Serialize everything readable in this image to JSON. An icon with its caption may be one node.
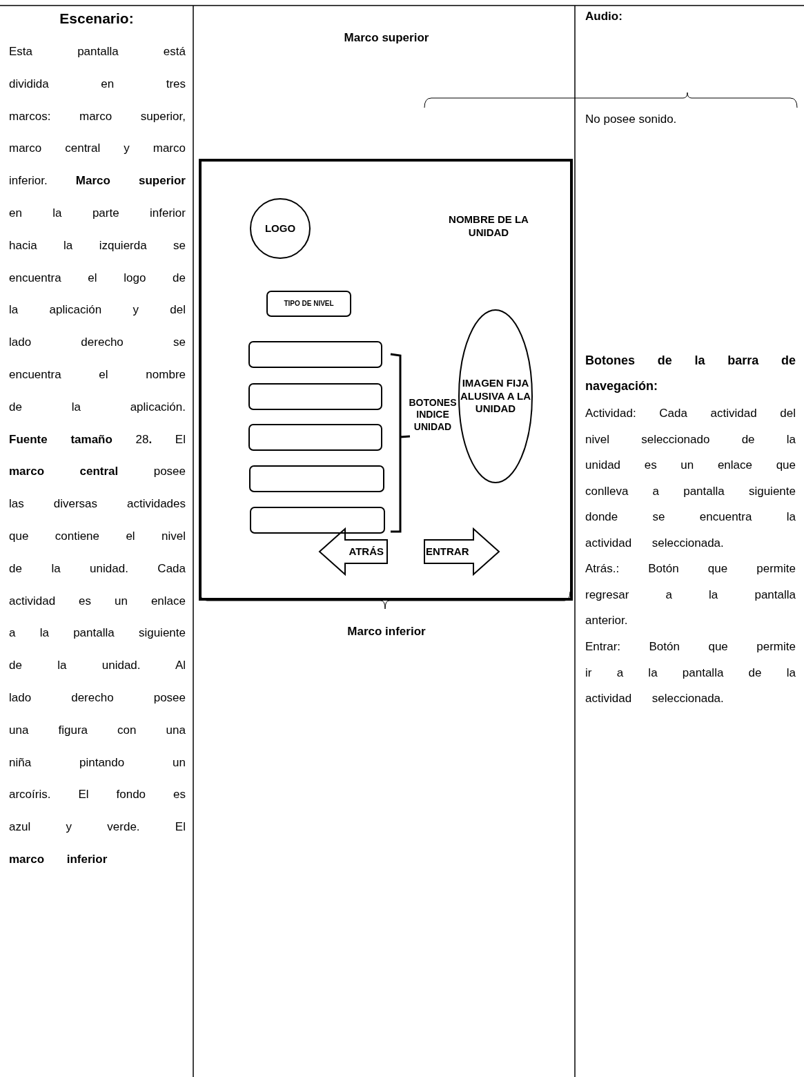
{
  "diagram": {
    "nodes": [
      {
        "text": [],
        "shape": "box"
      },
      {
        "text": [
          "LOGO"
        ],
        "in": 0
      },
      {
        "text": [
          "NOMBRE DE LA UNIDAD"
        ],
        "in": 0
      },
      {
        "text": [
          "TIPO DE NIVEL"
        ],
        "in": 0
      },
      {
        "text": [],
        "shape": "box",
        "in": 0
      },
      {
        "text": [],
        "shape": "box",
        "in": 0
      },
      {
        "text": [],
        "shape": "box",
        "in": 0
      },
      {
        "text": [],
        "shape": "box",
        "in": 0
      },
      {
        "text": [],
        "shape": "box",
        "in": 0
      },
      {
        "text": [
          "BOTONES INDICE UNIDAD"
        ],
        "in": 0
      },
      {
        "text": [
          "IMAGEN FIJA ALUSIVA A LA UNIDAD"
        ],
        "in": 0
      },
      {
        "text": [
          "ATRÁS"
        ],
        "in": 0
      },
      {
        "text": [
          "ENTRAR"
        ],
        "in": 0
      }
    ],
    "edges": [],
    "labels": [
      "Escenario:",
      "Esta pantalla está dividida en tres marcos: marco superior, marco central y marco inferior. **Marco superior** en la parte inferior hacia la izquierda se encuentra el logo de la aplicación y del lado derecho se encuentra el nombre de la aplicación. **Fuente tamaño** 28**.** El **marco central** posee las diversas actividades que contiene el nivel de la unidad. Cada actividad es un enlace a la pantalla siguiente de la unidad. Al lado derecho posee una figura con una niña pintando un arcoíris. El fondo es azul y verde. El **marco inferior**",
      "Marco superior",
      "Marco inferior",
      "Audio:",
      "No posee sonido.",
      "Botones de la barra de navegación:",
      "Actividad: Cada actividad del nivel seleccionado de la unidad es un enlace que conlleva a pantalla siguiente donde se encuentra la actividad seleccionada.",
      "Atrás.: Botón que permite regresar a la pantalla anterior.",
      "Entrar: Botón que permite ir a la pantalla de la actividad seleccionada."
    ]
  }
}
